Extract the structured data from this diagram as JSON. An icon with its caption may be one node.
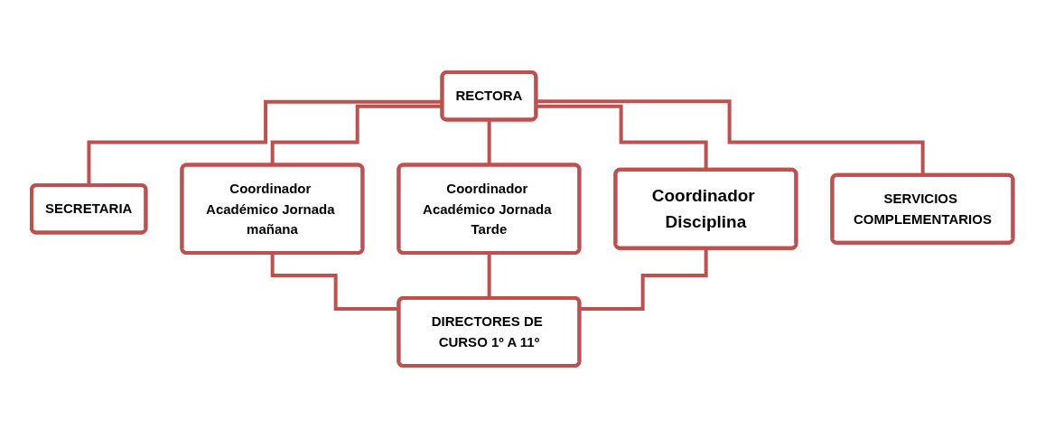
{
  "diagram": {
    "nodes": [
      {
        "text": [
          "RECTORA"
        ]
      },
      {
        "text": [
          "SECRETARIA"
        ]
      },
      {
        "text": [
          "Coordinador Académico Jornada mañana"
        ]
      },
      {
        "text": [
          "Coordinador Académico Jornada Tarde"
        ]
      },
      {
        "text": [
          "Coordinador Disciplina"
        ]
      },
      {
        "text": [
          "SERVICIOS COMPLEMENTARIOS"
        ]
      },
      {
        "text": [
          "DIRECTORES DE CURSO 1º A 11º"
        ]
      }
    ],
    "edges": [
      {
        "from": 0,
        "to": 1,
        "arrow": "none"
      },
      {
        "from": 0,
        "to": 2,
        "arrow": "none"
      },
      {
        "from": 0,
        "to": 3,
        "arrow": "none"
      },
      {
        "from": 0,
        "to": 4,
        "arrow": "none"
      },
      {
        "from": 0,
        "to": 5,
        "arrow": "none"
      },
      {
        "from": 2,
        "to": 6,
        "arrow": "none"
      },
      {
        "from": 3,
        "to": 6,
        "arrow": "none"
      },
      {
        "from": 4,
        "to": 6,
        "arrow": "none"
      }
    ]
  }
}
